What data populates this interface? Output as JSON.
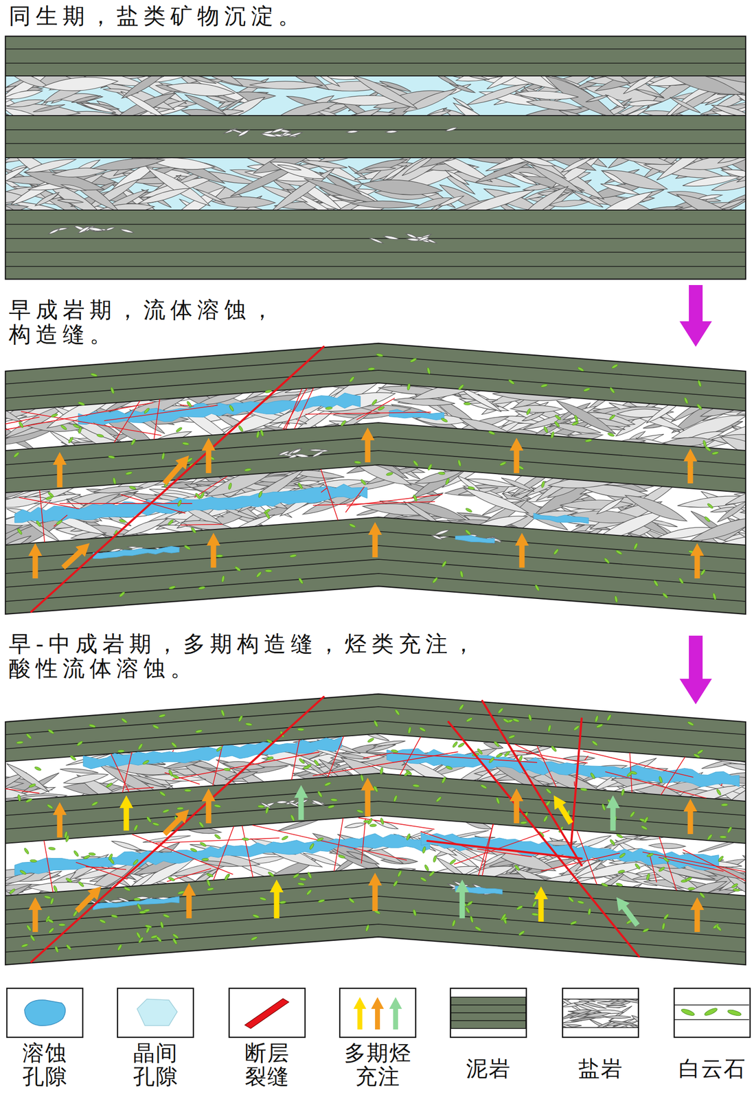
{
  "diagram": {
    "labels": [
      "同生期，盐类矿物沉淀。",
      "早成岩期，流体溶蚀， 构造缝。",
      "早-中成岩期，多期构造缝，烃类充注， 酸性流体溶蚀。"
    ],
    "legend": [
      {
        "text": "溶蚀孔隙",
        "color": "#5bbde9"
      },
      {
        "text": "晶间孔隙",
        "color": "#c9eef6"
      },
      {
        "text": "断层裂缝"
      },
      {
        "text": "多期烃充注"
      },
      {
        "text": "泥岩",
        "color": "#6c7b63"
      },
      {
        "text": "盐岩"
      },
      {
        "text": "白云石"
      }
    ]
  }
}
